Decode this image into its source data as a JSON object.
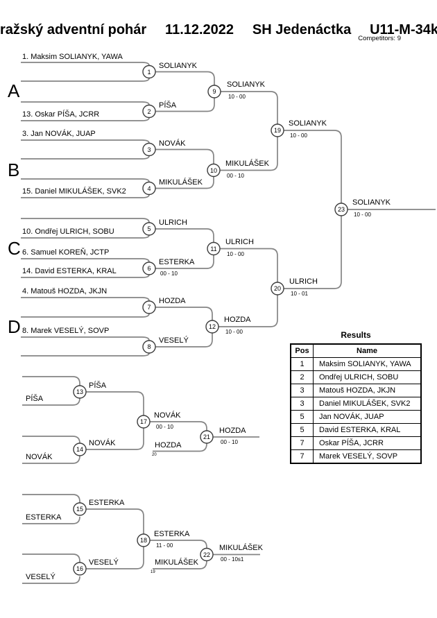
{
  "header": {
    "title_parts": [
      "ražský adventní pohár",
      "11.12.2022",
      "SH Jedenáctka",
      "U11-M-34k"
    ],
    "competitors": "Competitors: 9"
  },
  "groups": {
    "a": "A",
    "b": "B",
    "c": "C",
    "d": "D"
  },
  "entrants": {
    "e1": "1. Maksim SOLIANYK, YAWA",
    "e2": "13. Oskar PÍŠA, JCRR",
    "e3": "3. Jan NOVÁK, JUAP",
    "e4": "15. Daniel MIKULÁŠEK, SVK2",
    "e5": "10. Ondřej ULRICH, SOBU",
    "e6": "6. Samuel KOREŇ, JCTP",
    "e7": "14. David ESTERKA, KRAL",
    "e8": "4. Matouš HOZDA, JKJN",
    "e9": "8. Marek VESELÝ, SOVP"
  },
  "matches": {
    "m1": {
      "num": "1",
      "winner": "SOLIANYK"
    },
    "m2": {
      "num": "2",
      "winner": "PÍŠA"
    },
    "m3": {
      "num": "3",
      "winner": "NOVÁK"
    },
    "m4": {
      "num": "4",
      "winner": "MIKULÁŠEK"
    },
    "m5": {
      "num": "5",
      "winner": "ULRICH"
    },
    "m6": {
      "num": "6",
      "winner": "ESTERKA",
      "score": "00 - 10"
    },
    "m7": {
      "num": "7",
      "winner": "HOZDA"
    },
    "m8": {
      "num": "8",
      "winner": "VESELÝ"
    },
    "m9": {
      "num": "9",
      "winner": "SOLIANYK",
      "score": "10 - 00"
    },
    "m10": {
      "num": "10",
      "winner": "MIKULÁŠEK",
      "score": "00 - 10"
    },
    "m11": {
      "num": "11",
      "winner": "ULRICH",
      "score": "10 - 00"
    },
    "m12": {
      "num": "12",
      "winner": "HOZDA",
      "score": "10 - 00"
    },
    "m13": {
      "num": "13",
      "winner": "PÍŠA"
    },
    "m14": {
      "num": "14",
      "winner": "NOVÁK"
    },
    "m15": {
      "num": "15",
      "winner": "ESTERKA"
    },
    "m16": {
      "num": "16",
      "winner": "VESELÝ"
    },
    "m17": {
      "num": "17",
      "winner": "NOVÁK",
      "score": "00 - 10"
    },
    "m18": {
      "num": "18",
      "winner": "ESTERKA",
      "score": "11 - 00"
    },
    "m19": {
      "num": "19",
      "winner": "SOLIANYK",
      "score": "10 - 00"
    },
    "m20": {
      "num": "20",
      "winner": "ULRICH",
      "score": "10 - 01"
    },
    "m21": {
      "num": "21",
      "winner": "HOZDA",
      "score": "00 - 10"
    },
    "m22": {
      "num": "22",
      "winner": "MIKULÁŠEK",
      "score": "00 - 10s1"
    },
    "m23": {
      "num": "23",
      "winner": "SOLIANYK",
      "score": "10 - 00"
    }
  },
  "consolation": {
    "bracket1": {
      "slot1": "PÍŠA",
      "slot2": "NOVÁK",
      "dropin": "HOZDA",
      "dropin_from": "20"
    },
    "bracket2": {
      "slot1": "ESTERKA",
      "slot2": "VESELÝ",
      "dropin": "MIKULÁŠEK",
      "dropin_from": "19"
    }
  },
  "results": {
    "title": "Results",
    "columns": [
      "Pos",
      "Name"
    ],
    "rows": [
      [
        "1",
        "Maksim SOLIANYK, YAWA"
      ],
      [
        "2",
        "Ondřej ULRICH, SOBU"
      ],
      [
        "3",
        "Matouš HOZDA, JKJN"
      ],
      [
        "3",
        "Daniel MIKULÁŠEK, SVK2"
      ],
      [
        "5",
        "Jan NOVÁK, JUAP"
      ],
      [
        "5",
        "David ESTERKA, KRAL"
      ],
      [
        "7",
        "Oskar PÍŠA, JCRR"
      ],
      [
        "7",
        "Marek VESELÝ, SOVP"
      ]
    ]
  },
  "chart_data": {
    "type": "table",
    "title": "ražský adventní pohár 11.12.2022 SH Jedenáctka U11-M-34k",
    "categories": [
      "Pos",
      "Name"
    ],
    "values": [
      [
        "1",
        "Maksim SOLIANYK, YAWA"
      ],
      [
        "2",
        "Ondřej ULRICH, SOBU"
      ],
      [
        "3",
        "Matouš HOZDA, JKJN"
      ],
      [
        "3",
        "Daniel MIKULÁŠEK, SVK2"
      ],
      [
        "5",
        "Jan NOVÁK, JUAP"
      ],
      [
        "5",
        "David ESTERKA, KRAL"
      ],
      [
        "7",
        "Oskar PÍŠA, JCRR"
      ],
      [
        "7",
        "Marek VESELÝ, SOVP"
      ]
    ]
  },
  "colors": {
    "bracket_line": "#848484",
    "circle_stroke": "#3c3c3c",
    "text": "#000000",
    "background": "#ffffff"
  }
}
